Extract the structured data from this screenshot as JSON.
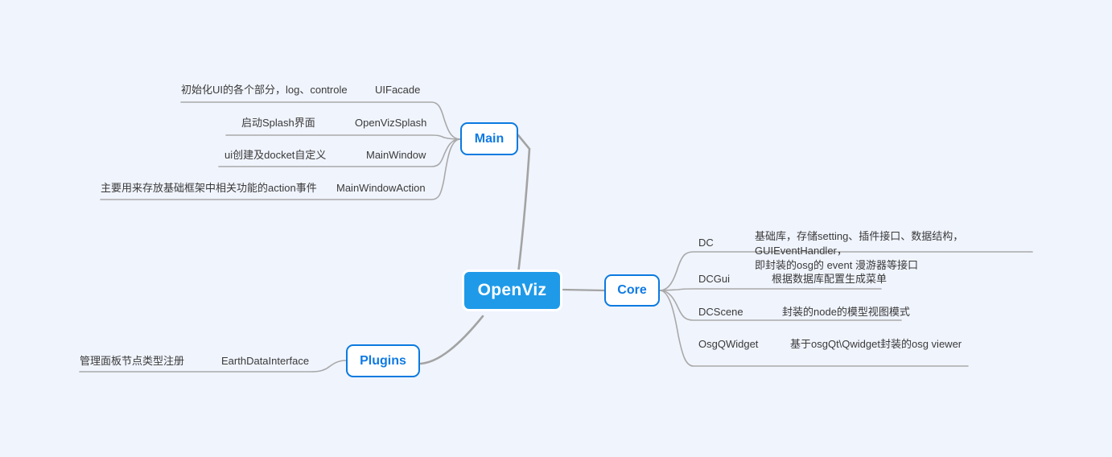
{
  "canvas": {
    "background": "#f0f4fd",
    "line_color": "#aaaaaa",
    "accent": "#1f9ae9",
    "branch_border": "#0a7ae0",
    "branch_text": "#0f7ae3",
    "leaf_text": "#3a3a3a"
  },
  "root": {
    "label": "OpenViz"
  },
  "branches": [
    {
      "id": "main",
      "label": "Main",
      "children": [
        {
          "name": "UIFacade",
          "desc": "初始化UI的各个部分，log、controle"
        },
        {
          "name": "OpenVizSplash",
          "desc": "启动Splash界面"
        },
        {
          "name": "MainWindow",
          "desc": "ui创建及docket自定义"
        },
        {
          "name": "MainWindowAction",
          "desc": "主要用来存放基础框架中相关功能的action事件"
        }
      ]
    },
    {
      "id": "core",
      "label": "Core",
      "children": [
        {
          "name": "DC",
          "desc": "基础库，存储setting、插件接口、数据结构，GUIEventHandler，\n即封装的osg的 event 漫游器等接口"
        },
        {
          "name": "DCGui",
          "desc": "根据数据库配置生成菜单"
        },
        {
          "name": "DCScene",
          "desc": "封装的node的模型视图模式"
        },
        {
          "name": "OsgQWidget",
          "desc": "基于osgQt\\Qwidget封装的osg viewer"
        }
      ]
    },
    {
      "id": "plugins",
      "label": "Plugins",
      "children": [
        {
          "name": "EarthDataInterface",
          "desc": "管理面板节点类型注册"
        }
      ]
    }
  ]
}
